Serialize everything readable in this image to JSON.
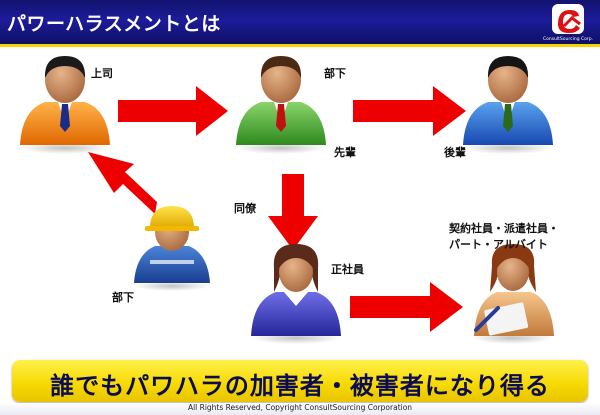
{
  "header": {
    "title": "パワーハラスメントとは"
  },
  "logo": {
    "brand_text": "ConsultSourcing Corp."
  },
  "colors": {
    "header_bg": "#1c1c9a",
    "accent_yellow": "#f6d800",
    "arrow_red": "#ee0000",
    "banner_text": "#0c0c52"
  },
  "people": [
    {
      "label": "上司",
      "icon": "boss-orange-suit-person-icon"
    },
    {
      "label": "部下",
      "icon": "green-suit-person-icon"
    },
    {
      "label": "先輩",
      "icon": ""
    },
    {
      "label": "後輩",
      "icon": "blue-suit-person-icon"
    },
    {
      "label": "同僚",
      "icon": ""
    },
    {
      "label": "部下",
      "icon": "hardhat-worker-person-icon"
    },
    {
      "label": "正社員",
      "icon": "female-purple-employee-icon"
    },
    {
      "label": "契約社員・派遣社員・",
      "icon": "female-writing-worker-icon"
    },
    {
      "label": "パート・アルバイト",
      "icon": ""
    }
  ],
  "banner": {
    "text": "誰でもパワハラの加害者・被害者になり得る"
  },
  "footer": {
    "text": "All Rights Reserved, Copyright  ConsultSourcing Corporation"
  }
}
